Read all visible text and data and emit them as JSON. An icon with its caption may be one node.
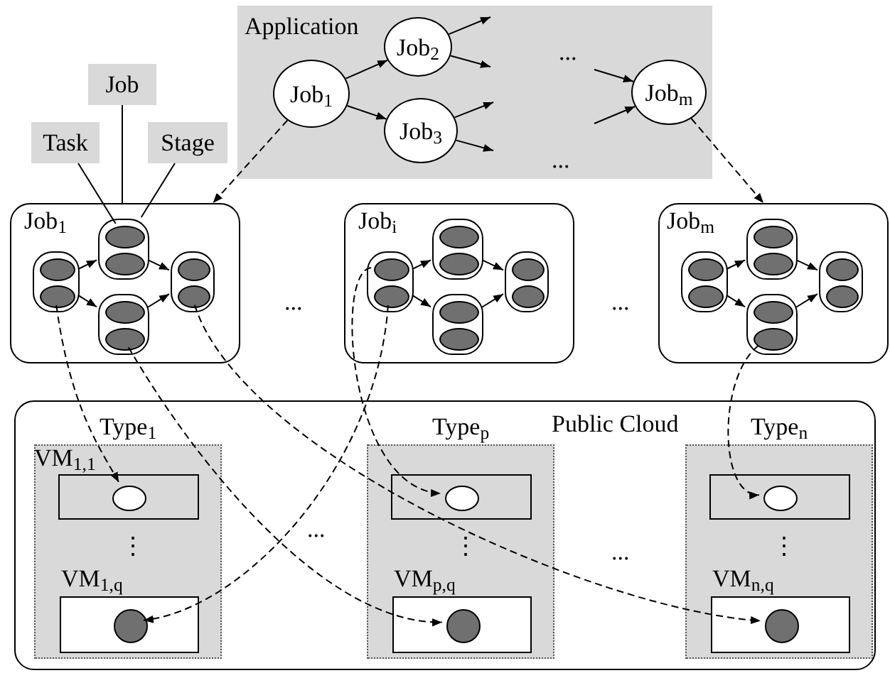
{
  "diagram": {
    "nodes": [
      {
        "text": [
          "Application"
        ]
      },
      {
        "text": [
          "Job$_{1}$"
        ],
        "in": 0
      },
      {
        "text": [
          "Job$_{2}$"
        ],
        "in": 0
      },
      {
        "text": [
          "Job$_{3}$"
        ],
        "in": 0
      },
      {
        "text": [
          "Job$_{m}$"
        ],
        "in": 0
      },
      {
        "text": [
          "Task"
        ]
      },
      {
        "text": [
          "Job"
        ]
      },
      {
        "text": [
          "Stage"
        ]
      },
      {
        "text": [
          "Job$_{1}$"
        ]
      },
      {
        "text": [],
        "shape": "pill",
        "in": 8
      },
      {
        "text": [],
        "shape": "ellipse",
        "in": 9
      },
      {
        "text": [],
        "shape": "ellipse",
        "in": 9
      },
      {
        "text": [],
        "shape": "pill",
        "in": 8
      },
      {
        "text": [],
        "shape": "ellipse",
        "in": 12
      },
      {
        "text": [],
        "shape": "ellipse",
        "in": 12
      },
      {
        "text": [],
        "shape": "pill",
        "in": 8
      },
      {
        "text": [],
        "shape": "ellipse",
        "in": 15
      },
      {
        "text": [],
        "shape": "ellipse",
        "in": 15
      },
      {
        "text": [],
        "shape": "pill",
        "in": 8
      },
      {
        "text": [],
        "shape": "ellipse",
        "in": 18
      },
      {
        "text": [],
        "shape": "ellipse",
        "in": 18
      },
      {
        "text": [
          "Job$_{i}$"
        ]
      },
      {
        "text": [],
        "shape": "pill",
        "in": 21
      },
      {
        "text": [],
        "shape": "ellipse",
        "in": 22
      },
      {
        "text": [],
        "shape": "ellipse",
        "in": 22
      },
      {
        "text": [],
        "shape": "pill",
        "in": 21
      },
      {
        "text": [],
        "shape": "ellipse",
        "in": 25
      },
      {
        "text": [],
        "shape": "ellipse",
        "in": 25
      },
      {
        "text": [],
        "shape": "pill",
        "in": 21
      },
      {
        "text": [],
        "shape": "ellipse",
        "in": 28
      },
      {
        "text": [],
        "shape": "ellipse",
        "in": 28
      },
      {
        "text": [],
        "shape": "pill",
        "in": 21
      },
      {
        "text": [],
        "shape": "ellipse",
        "in": 31
      },
      {
        "text": [],
        "shape": "ellipse",
        "in": 31
      },
      {
        "text": [
          "Job$_{m}$"
        ]
      },
      {
        "text": [],
        "shape": "pill",
        "in": 34
      },
      {
        "text": [],
        "shape": "ellipse",
        "in": 35
      },
      {
        "text": [],
        "shape": "ellipse",
        "in": 35
      },
      {
        "text": [],
        "shape": "pill",
        "in": 34
      },
      {
        "text": [],
        "shape": "ellipse",
        "in": 38
      },
      {
        "text": [],
        "shape": "ellipse",
        "in": 38
      },
      {
        "text": [],
        "shape": "pill",
        "in": 34
      },
      {
        "text": [],
        "shape": "ellipse",
        "in": 41
      },
      {
        "text": [],
        "shape": "ellipse",
        "in": 41
      },
      {
        "text": [],
        "shape": "pill",
        "in": 34
      },
      {
        "text": [],
        "shape": "ellipse",
        "in": 44
      },
      {
        "text": [],
        "shape": "ellipse",
        "in": 44
      },
      {
        "text": [
          "Public Cloud"
        ]
      },
      {
        "text": [
          "Type$_{1}$"
        ],
        "in": 47
      },
      {
        "text": [
          "VM$_{1,1}$"
        ],
        "in": 48
      },
      {
        "text": [],
        "shape": "circle",
        "in": 49
      },
      {
        "text": [
          "VM$_{1,q}$"
        ],
        "in": 48
      },
      {
        "text": [],
        "shape": "circle",
        "in": 51
      },
      {
        "text": [
          "Type$_{p}$"
        ],
        "in": 47
      },
      {
        "text": [],
        "shape": "box",
        "in": 53
      },
      {
        "text": [],
        "shape": "circle",
        "in": 54
      },
      {
        "text": [
          "VM$_{p,q}$"
        ],
        "in": 53
      },
      {
        "text": [],
        "shape": "circle",
        "in": 56
      },
      {
        "text": [
          "Type$_{n}$"
        ],
        "in": 47
      },
      {
        "text": [],
        "shape": "box",
        "in": 58
      },
      {
        "text": [],
        "shape": "circle",
        "in": 59
      },
      {
        "text": [
          "VM$_{n,q}$"
        ],
        "in": 58
      },
      {
        "text": [],
        "shape": "circle",
        "in": 61
      }
    ],
    "edges": [
      {
        "from": 1,
        "to": 2,
        "arrow": "to"
      },
      {
        "from": 1,
        "to": 3,
        "arrow": "to"
      },
      {
        "from": 2,
        "to": null,
        "arrow": "to"
      },
      {
        "from": 2,
        "to": null,
        "arrow": "to"
      },
      {
        "from": 3,
        "to": null,
        "arrow": "to"
      },
      {
        "from": 3,
        "to": null,
        "arrow": "to"
      },
      {
        "from": null,
        "to": 4,
        "arrow": "to"
      },
      {
        "from": null,
        "to": 4,
        "arrow": "to"
      },
      {
        "from": 1,
        "to": 8,
        "arrow": "to",
        "style": "dashed"
      },
      {
        "from": 4,
        "to": 34,
        "arrow": "to",
        "style": "dashed"
      },
      {
        "from": 5,
        "to": 13,
        "arrow": "none"
      },
      {
        "from": 6,
        "to": 8,
        "arrow": "none"
      },
      {
        "from": 7,
        "to": 12,
        "arrow": "none"
      },
      {
        "from": 9,
        "to": 12,
        "arrow": "to"
      },
      {
        "from": 9,
        "to": 15,
        "arrow": "to"
      },
      {
        "from": 12,
        "to": 18,
        "arrow": "to"
      },
      {
        "from": 15,
        "to": 18,
        "arrow": "to"
      },
      {
        "from": 22,
        "to": 25,
        "arrow": "to"
      },
      {
        "from": 22,
        "to": 28,
        "arrow": "to"
      },
      {
        "from": 25,
        "to": 31,
        "arrow": "to"
      },
      {
        "from": 28,
        "to": 31,
        "arrow": "to"
      },
      {
        "from": 35,
        "to": 38,
        "arrow": "to"
      },
      {
        "from": 35,
        "to": 41,
        "arrow": "to"
      },
      {
        "from": 38,
        "to": 44,
        "arrow": "to"
      },
      {
        "from": 41,
        "to": 44,
        "arrow": "to"
      },
      {
        "from": 11,
        "to": 50,
        "arrow": "to",
        "style": "dashed"
      },
      {
        "from": 17,
        "to": 57,
        "arrow": "to",
        "style": "dashed"
      },
      {
        "from": 20,
        "to": 62,
        "arrow": "to",
        "style": "dashed"
      },
      {
        "from": 23,
        "to": 55,
        "arrow": "to",
        "style": "dashed"
      },
      {
        "from": 24,
        "to": 52,
        "arrow": "to",
        "style": "dashed"
      },
      {
        "from": 43,
        "to": 60,
        "arrow": "to",
        "style": "dashed"
      }
    ],
    "labels": [
      "...",
      "...",
      "...",
      "...",
      "⋮",
      "...",
      "⋮",
      "...",
      "⋮"
    ]
  }
}
